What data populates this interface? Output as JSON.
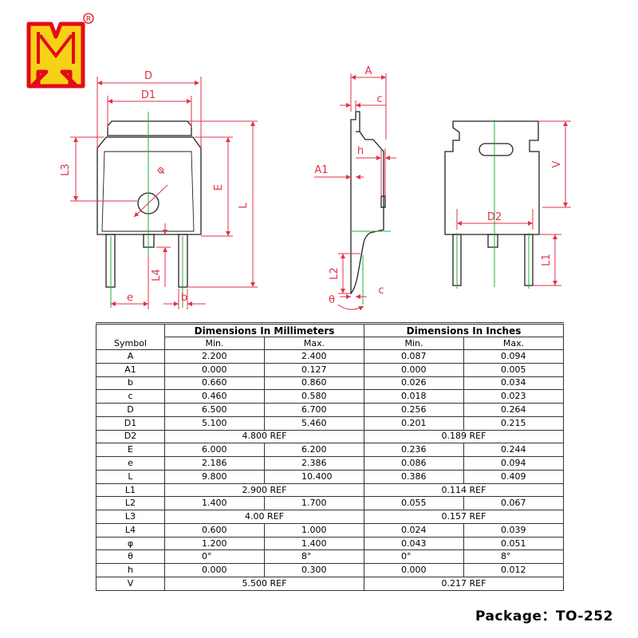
{
  "brand": {
    "logo_name": "brand-logo",
    "registered_mark": "R",
    "logo_color": "#e30b17",
    "logo_fill": "#f5d216"
  },
  "drawing": {
    "colors": {
      "outline": "#222222",
      "dimension": "#e0334a",
      "centerline": "#20b040"
    },
    "front_labels": {
      "D": "D",
      "D1": "D1",
      "L3": "L3",
      "E": "E",
      "L": "L",
      "L4": "L4",
      "e": "e",
      "b": "b",
      "phi": "φ"
    },
    "side_labels": {
      "A": "A",
      "c_top": "c",
      "h": "h",
      "A1": "A1",
      "L2": "L2",
      "theta": "θ",
      "c_bottom": "c"
    },
    "back_labels": {
      "V": "V",
      "D2": "D2",
      "L1": "L1"
    }
  },
  "table": {
    "header": {
      "symbol": "Symbol",
      "mm": "Dimensions In Millimeters",
      "inch": "Dimensions In Inches",
      "min": "Min.",
      "max": "Max."
    },
    "rows": [
      {
        "symbol": "A",
        "mm_min": "2.200",
        "mm_max": "2.400",
        "in_min": "0.087",
        "in_max": "0.094"
      },
      {
        "symbol": "A1",
        "mm_min": "0.000",
        "mm_max": "0.127",
        "in_min": "0.000",
        "in_max": "0.005"
      },
      {
        "symbol": "b",
        "mm_min": "0.660",
        "mm_max": "0.860",
        "in_min": "0.026",
        "in_max": "0.034"
      },
      {
        "symbol": "c",
        "mm_min": "0.460",
        "mm_max": "0.580",
        "in_min": "0.018",
        "in_max": "0.023"
      },
      {
        "symbol": "D",
        "mm_min": "6.500",
        "mm_max": "6.700",
        "in_min": "0.256",
        "in_max": "0.264"
      },
      {
        "symbol": "D1",
        "mm_min": "5.100",
        "mm_max": "5.460",
        "in_min": "0.201",
        "in_max": "0.215"
      },
      {
        "symbol": "D2",
        "mm_ref": "4.800 REF",
        "in_ref": "0.189 REF"
      },
      {
        "symbol": "E",
        "mm_min": "6.000",
        "mm_max": "6.200",
        "in_min": "0.236",
        "in_max": "0.244"
      },
      {
        "symbol": "e",
        "mm_min": "2.186",
        "mm_max": "2.386",
        "in_min": "0.086",
        "in_max": "0.094"
      },
      {
        "symbol": "L",
        "mm_min": "9.800",
        "mm_max": "10.400",
        "in_min": "0.386",
        "in_max": "0.409"
      },
      {
        "symbol": "L1",
        "mm_ref": "2.900 REF",
        "in_ref": "0.114 REF"
      },
      {
        "symbol": "L2",
        "mm_min": "1.400",
        "mm_max": "1.700",
        "in_min": "0.055",
        "in_max": "0.067"
      },
      {
        "symbol": "L3",
        "mm_ref": "4.00 REF",
        "in_ref": "0.157 REF"
      },
      {
        "symbol": "L4",
        "mm_min": "0.600",
        "mm_max": "1.000",
        "in_min": "0.024",
        "in_max": "0.039"
      },
      {
        "symbol": "φ",
        "mm_min": "1.200",
        "mm_max": "1.400",
        "in_min": "0.043",
        "in_max": "0.051"
      },
      {
        "symbol": "θ",
        "mm_min": "0°",
        "mm_max": "8°",
        "in_min": "0°",
        "in_max": "8°"
      },
      {
        "symbol": "h",
        "mm_min": "0.000",
        "mm_max": "0.300",
        "in_min": "0.000",
        "in_max": "0.012"
      },
      {
        "symbol": "V",
        "mm_ref": "5.500 REF",
        "in_ref": "0.217 REF"
      }
    ]
  },
  "package": {
    "label": "Package：TO-252"
  }
}
